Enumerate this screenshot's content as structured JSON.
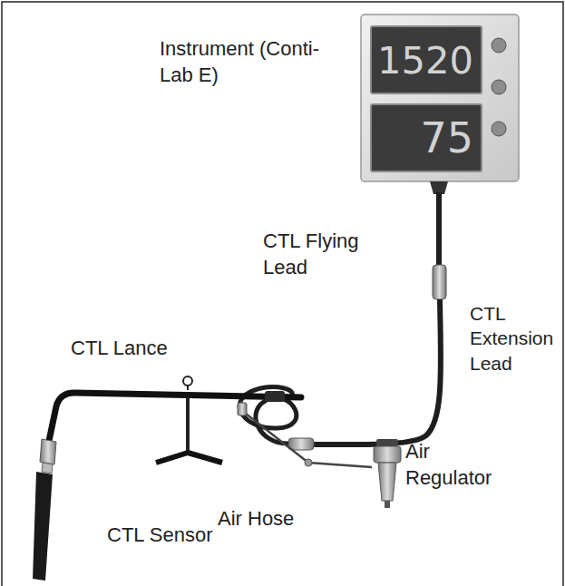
{
  "diagram": {
    "nodes": [
      {
        "text": [
          "1520"
        ]
      },
      {
        "text": [
          "75"
        ]
      }
    ],
    "labels": [
      "Instrument (Conti-Lab E)",
      "CTL Flying Lead",
      "CTL Extension Lead",
      "CTL Lance",
      "Air Hose",
      "Air Regulator",
      "CTL Sensor"
    ]
  }
}
